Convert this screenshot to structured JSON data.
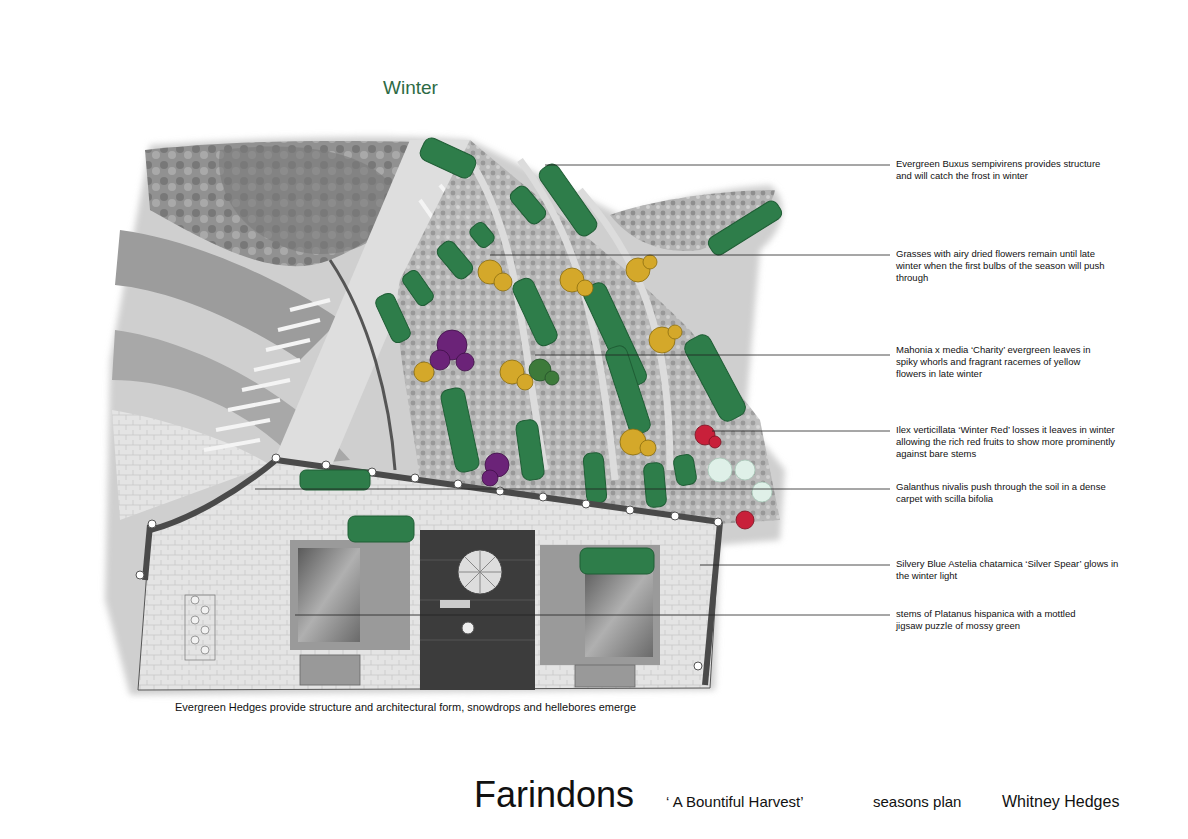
{
  "diagram": {
    "title": "Winter",
    "caption": "Evergreen Hedges provide structure and architectural form, snowdrops and hellebores emerge",
    "labels": [
      "Evergreen Buxus sempivirens provides structure and will catch the frost in winter",
      "Grasses with airy dried flowers remain until late winter when the first bulbs of the season will push through",
      "Mahonia x media ‘Charity’ evergreen leaves in spiky whorls and fragrant racemes of yellow flowers in late winter",
      "Ilex verticillata ‘Winter Red’ losses it leaves in winter allowing the rich red fruits to show more prominently against bare stems",
      "Galanthus nivalis push through the soil in a dense carpet with scilla bifolia",
      "Silvery Blue Astelia chatamica ‘Silver Spear’ glows in the winter light",
      "stems of Platanus hispanica with a mottled jigsaw puzzle of mossy green",
      "Farindons",
      "‘ A Bountiful Harvest’",
      "seasons plan",
      "Whitney Hedges"
    ]
  }
}
